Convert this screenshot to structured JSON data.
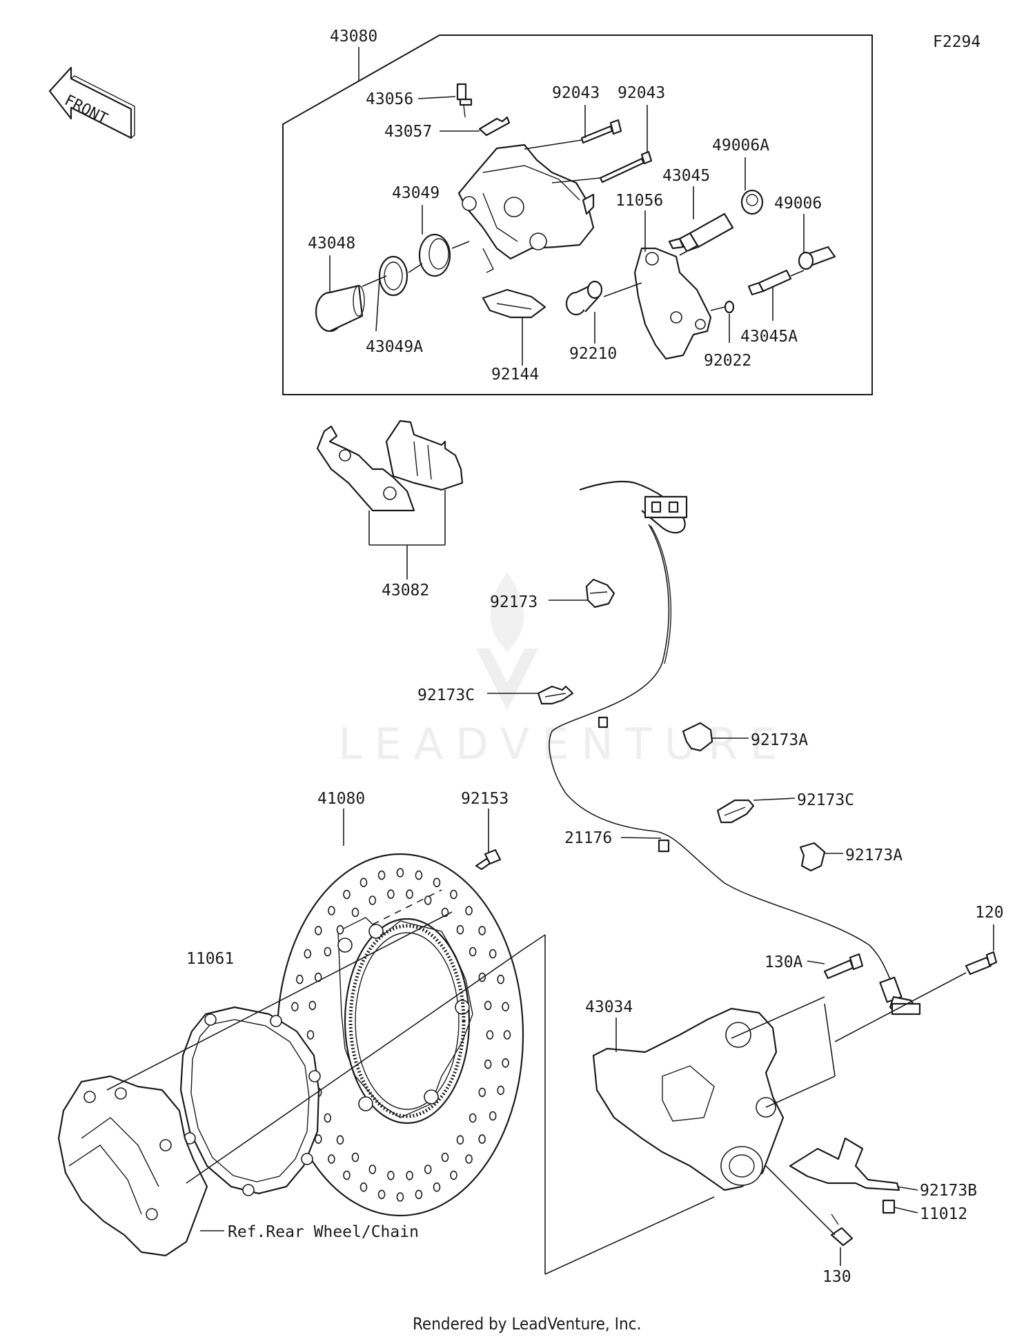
{
  "diagram_id": "F2294",
  "front_arrow_label": "FRONT",
  "watermark": "LEADVENTURE",
  "footer": "Rendered by LeadVenture, Inc.",
  "reference_label": "Ref.Rear Wheel/Chain",
  "parts": {
    "p43080": "43080",
    "p43056": "43056",
    "p43057": "43057",
    "p92043a": "92043",
    "p92043b": "92043",
    "p49006A": "49006A",
    "p43045": "43045",
    "p11056": "11056",
    "p49006": "49006",
    "p43049": "43049",
    "p43048": "43048",
    "p43049A": "43049A",
    "p92144": "92144",
    "p92210": "92210",
    "p92022": "92022",
    "p43045A": "43045A",
    "p43082": "43082",
    "p92173": "92173",
    "p92173C_a": "92173C",
    "p92173A_a": "92173A",
    "p92173C_b": "92173C",
    "p92173A_b": "92173A",
    "p21176": "21176",
    "p41080": "41080",
    "p92153": "92153",
    "p11061": "11061",
    "p120": "120",
    "p130A": "130A",
    "p43034": "43034",
    "p92173B": "92173B",
    "p11012": "11012",
    "p130": "130"
  }
}
